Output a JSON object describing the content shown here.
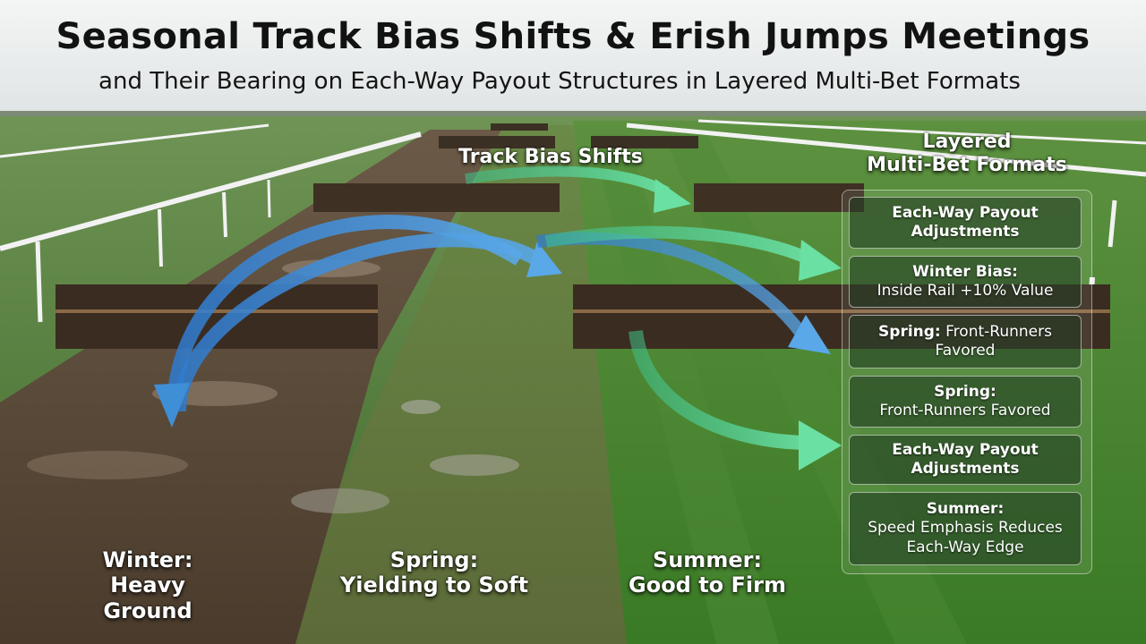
{
  "header": {
    "title": "Seasonal Track Bias Shifts & Erish Jumps Meetings",
    "subtitle": "and Their Bearing on Each-Way Payout Structures in Layered Multi-Bet Formats"
  },
  "labels": {
    "track_bias": "Track Bias Shifts",
    "formats_line1": "Layered",
    "formats_line2": "Multi-Bet Formats"
  },
  "seasons": [
    {
      "name": "Winter:",
      "ground": "Heavy Ground"
    },
    {
      "name": "Spring:",
      "ground": "Yielding to Soft"
    },
    {
      "name": "Summer:",
      "ground": "Good to Firm"
    }
  ],
  "cards": [
    {
      "title": "Each-Way Payout",
      "detail": "Adjustments"
    },
    {
      "title": "Winter Bias:",
      "detail": "Inside Rail +10% Value"
    },
    {
      "title": "Spring:",
      "detail": "Front-Runners Favored"
    },
    {
      "title": "Spring:",
      "detail": "Front-Runners Favored"
    },
    {
      "title": "Each-Way Payout",
      "detail": "Adjustments"
    },
    {
      "title": "Summer:",
      "detail": "Speed Emphasis Reduces Each-Way Edge"
    }
  ],
  "colors": {
    "grass": "#4f7a3a",
    "mud": "#5a4734",
    "arrow_blue": "#3f8fd6",
    "arrow_green": "#5fd39a",
    "sky": "#e9ecee"
  }
}
